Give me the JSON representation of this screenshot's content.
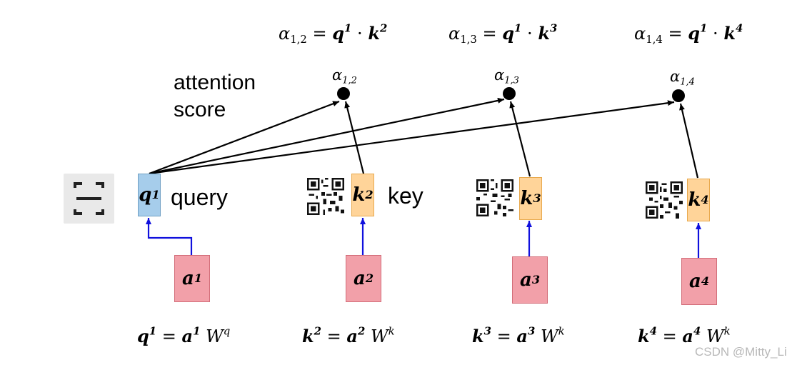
{
  "colors": {
    "query_fill": "#a6cdeb",
    "key_fill": "#ffd499",
    "input_fill": "#f2a0a9",
    "input_arrow": "#1010dd",
    "score_arrow": "#000000"
  },
  "top_equations": [
    {
      "alpha": "α",
      "idx": "1,2",
      "eq": "=",
      "q": "q",
      "qs": "1",
      "dot": "·",
      "k": "k",
      "ks": "2"
    },
    {
      "alpha": "α",
      "idx": "1,3",
      "eq": "=",
      "q": "q",
      "qs": "1",
      "dot": "·",
      "k": "k",
      "ks": "3"
    },
    {
      "alpha": "α",
      "idx": "1,4",
      "eq": "=",
      "q": "q",
      "qs": "1",
      "dot": "·",
      "k": "k",
      "ks": "4"
    }
  ],
  "score_labels": [
    {
      "alpha": "α",
      "idx": "1,2"
    },
    {
      "alpha": "α",
      "idx": "1,3"
    },
    {
      "alpha": "α",
      "idx": "1,4"
    }
  ],
  "attention_label": {
    "line1": "attention",
    "line2": "score"
  },
  "query_box": {
    "base": "q",
    "sup": "1"
  },
  "query_word": "query",
  "key_boxes": [
    {
      "base": "k",
      "sup": "2"
    },
    {
      "base": "k",
      "sup": "3"
    },
    {
      "base": "k",
      "sup": "4"
    }
  ],
  "key_word": "key",
  "input_boxes": [
    {
      "base": "a",
      "sup": "1"
    },
    {
      "base": "a",
      "sup": "2"
    },
    {
      "base": "a",
      "sup": "3"
    },
    {
      "base": "a",
      "sup": "4"
    }
  ],
  "bottom_equations": [
    {
      "lhs": "q",
      "lhs_sup": "1",
      "eq": "=",
      "a": "a",
      "a_sup": "1",
      "w": "W",
      "w_sup": "q"
    },
    {
      "lhs": "k",
      "lhs_sup": "2",
      "eq": "=",
      "a": "a",
      "a_sup": "2",
      "w": "W",
      "w_sup": "k"
    },
    {
      "lhs": "k",
      "lhs_sup": "3",
      "eq": "=",
      "a": "a",
      "a_sup": "3",
      "w": "W",
      "w_sup": "k"
    },
    {
      "lhs": "k",
      "lhs_sup": "4",
      "eq": "=",
      "a": "a",
      "a_sup": "4",
      "w": "W",
      "w_sup": "k"
    }
  ],
  "icons": {
    "scan": "scan-frame-icon",
    "qr": "qr-code-icon"
  },
  "watermark": "CSDN @Mitty_Li"
}
